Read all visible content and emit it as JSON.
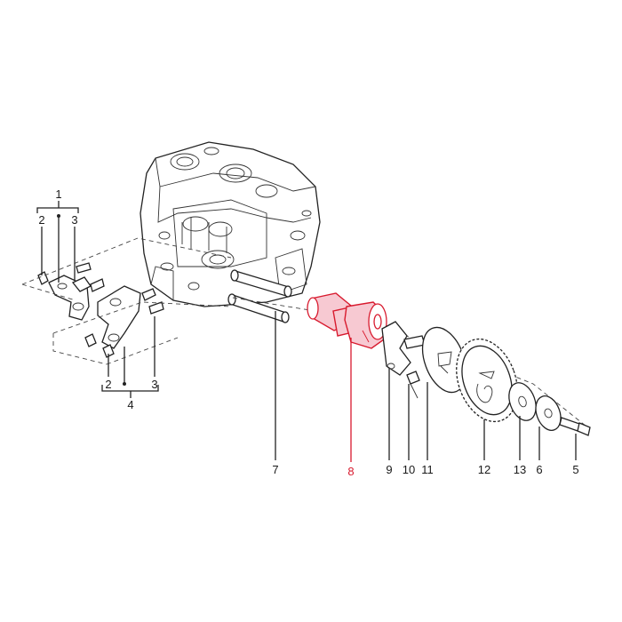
{
  "labels": {
    "p1": "1",
    "p2a": "2",
    "p3a": "3",
    "p2b": "2",
    "p3b": "3",
    "p4": "4",
    "p7": "7",
    "p8": "8",
    "p9": "9",
    "p10": "10",
    "p11": "11",
    "p12": "12",
    "p13": "13",
    "p6": "6",
    "p5": "5"
  },
  "colors": {
    "highlight": "#d81a2e",
    "line": "#222222"
  }
}
